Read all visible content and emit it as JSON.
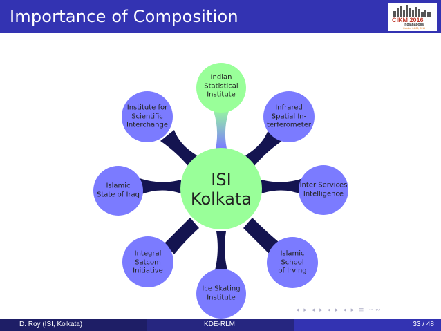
{
  "slide": {
    "title": "Importance of Composition"
  },
  "logo": {
    "title": "CIKM 2016",
    "city": "Indianapolis",
    "date": "October 24-28, 2016"
  },
  "mindmap": {
    "center": {
      "line1": "ISI",
      "line2": "Kolkata"
    },
    "nodes": [
      {
        "id": "top",
        "lines": [
          "Indian",
          "Statistical",
          "Institute"
        ]
      },
      {
        "id": "top-right",
        "lines": [
          "Infrared",
          "Spatial In-",
          "terferometer"
        ]
      },
      {
        "id": "right",
        "lines": [
          "Inter Services",
          "Intelligence"
        ]
      },
      {
        "id": "bottom-right",
        "lines": [
          "Islamic",
          "School",
          "of Irving"
        ]
      },
      {
        "id": "bottom",
        "lines": [
          "Ice Skating",
          "Institute"
        ]
      },
      {
        "id": "bottom-left",
        "lines": [
          "Integral",
          "Satcom",
          "Initiative"
        ]
      },
      {
        "id": "left",
        "lines": [
          "Islamic",
          "State of Iraq"
        ]
      },
      {
        "id": "top-left",
        "lines": [
          "Institute for",
          "Scientific",
          "Interchange"
        ]
      }
    ],
    "colors": {
      "center": "#99ff99",
      "top": "#99ff99",
      "outer": "#7b7bff",
      "connector": "#141450"
    }
  },
  "navigation": {
    "symbols": "◂ ▸ ◂ ▸ ◂ ▸ ◂ ▸ ≡ ∽∾"
  },
  "footer": {
    "author": "D. Roy  (ISI, Kolkata)",
    "short_title": "KDE-RLM",
    "page": "33 / 48"
  }
}
